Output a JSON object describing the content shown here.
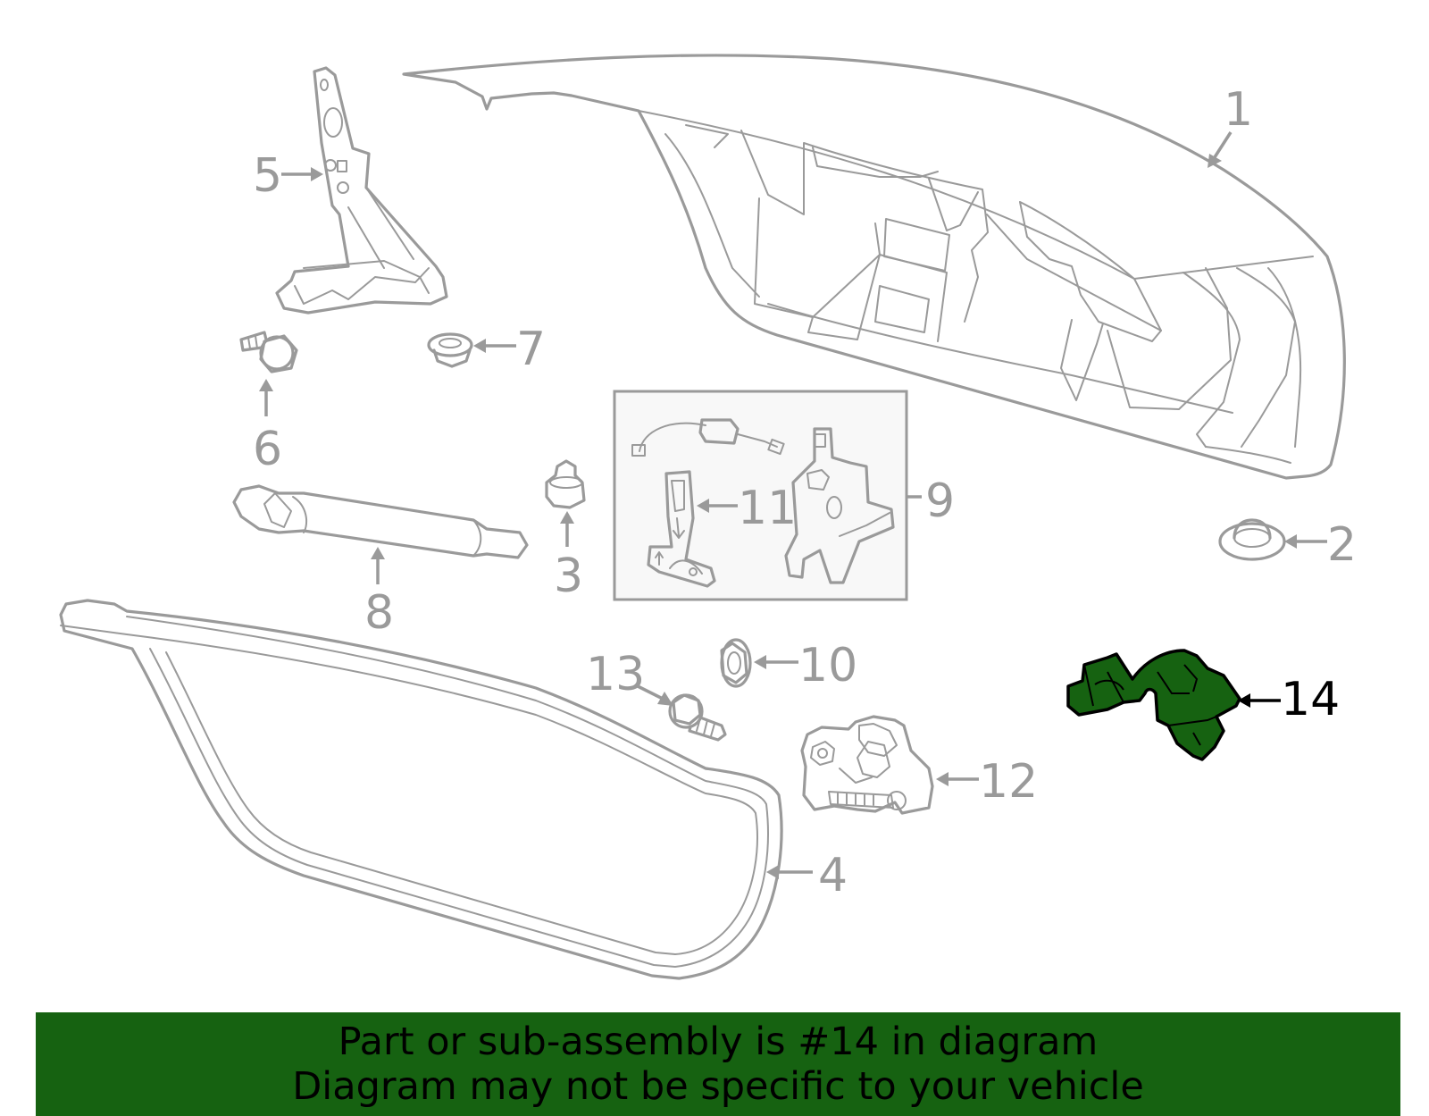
{
  "callouts": {
    "c1": "1",
    "c2": "2",
    "c3": "3",
    "c4": "4",
    "c5": "5",
    "c6": "6",
    "c7": "7",
    "c8": "8",
    "c9": "9",
    "c10": "10",
    "c11": "11",
    "c12": "12",
    "c13": "13",
    "c14": "14"
  },
  "highlight_part": "14",
  "colors": {
    "highlight": "#166211",
    "line": "#9a9a9a",
    "callout_highlight": "#000000"
  },
  "banner": {
    "line1": "Part or sub-assembly is #14 in diagram",
    "line2": "Diagram may not be specific to your vehicle"
  }
}
